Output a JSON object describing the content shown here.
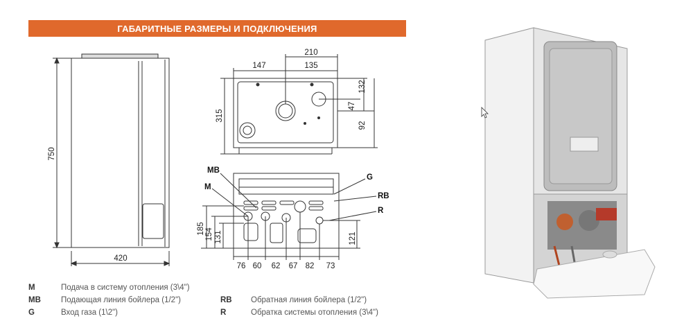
{
  "banner": {
    "title": "ГАБАРИТНЫЕ РАЗМЕРЫ И ПОДКЛЮЧЕНИЯ"
  },
  "colors": {
    "banner": "#e0692c",
    "line": "#333333",
    "photo_bg": "#e8e8e8"
  },
  "side_view": {
    "height": "750",
    "width": "420"
  },
  "top_view": {
    "d210": "210",
    "d147": "147",
    "d135": "135",
    "d132": "132",
    "d47": "47",
    "d92": "92",
    "d315": "315"
  },
  "bottom_view": {
    "callouts": {
      "mb": "MB",
      "m": "M",
      "g": "G",
      "rb": "RB",
      "r": "R"
    },
    "vertical": {
      "d185": "185",
      "d154": "154",
      "d131": "131",
      "d121": "121"
    },
    "horizontal": [
      "76",
      "60",
      "62",
      "67",
      "82",
      "73"
    ]
  },
  "legend": [
    {
      "code": "M",
      "text": "Подача в систему отопления (3\\4\")"
    },
    {
      "code": "MB",
      "text": "Подающая линия бойлера (1/2\")"
    },
    {
      "code": "G",
      "text": "Вход газа (1\\2\")"
    },
    {
      "code": "RB",
      "text": "Обратная линия бойлера (1/2\")"
    },
    {
      "code": "R",
      "text": "Обратка системы отопления (3\\4\")"
    }
  ],
  "photo": {
    "icon": "boiler-photo"
  }
}
